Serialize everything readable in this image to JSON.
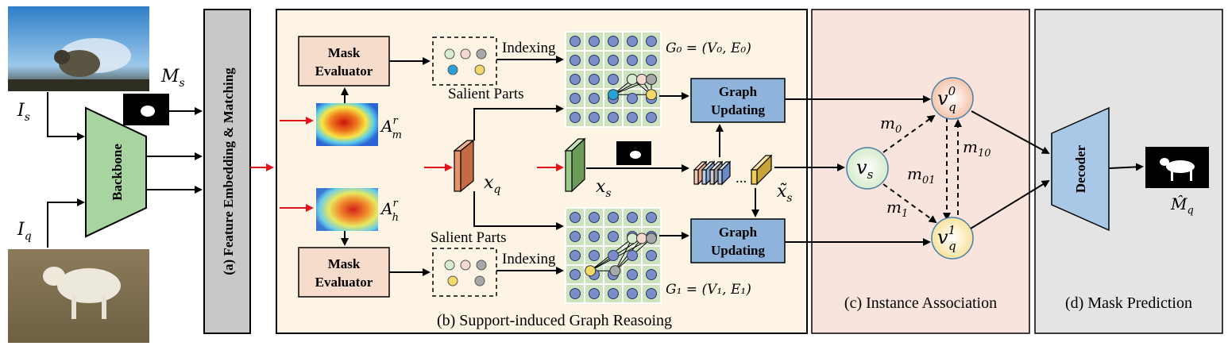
{
  "panels": {
    "a_label": "(a) Feature Embedding & Matching",
    "b_caption": "(b) Support-induced Graph Reasoing",
    "c_caption": "(c) Instance Association",
    "d_caption": "(d) Mask Prediction"
  },
  "inputs": {
    "support_image_label": "I",
    "support_image_sub": "s",
    "query_image_label": "I",
    "query_image_sub": "q",
    "support_mask_label": "M",
    "support_mask_sub": "s"
  },
  "modules": {
    "backbone": "Backbone",
    "mask_evaluator_line1": "Mask",
    "mask_evaluator_line2": "Evaluator",
    "graph_updating_line1": "Graph",
    "graph_updating_line2": "Updating",
    "decoder": "Decoder"
  },
  "texts": {
    "salient_parts": "Salient Parts",
    "indexing": "Indexing",
    "ellipsis": "...",
    "g0": "G₀ = (V₀, E₀)",
    "g1": "G₁ = (V₁, E₁)",
    "a_m": "A",
    "a_m_sup": "r",
    "a_m_sub": "m",
    "a_h": "A",
    "a_h_sup": "r",
    "a_h_sub": "h",
    "x_q": "x",
    "x_q_sub": "q",
    "x_s": "x",
    "x_s_sub": "s",
    "x_tilde_s": "x̃",
    "x_tilde_s_sub": "s",
    "v_s": "v",
    "v_s_sub": "s",
    "v_q0": "v",
    "v_q0_sub": "q",
    "v_q0_sup": "0",
    "v_q1": "v",
    "v_q1_sub": "q",
    "v_q1_sup": "1",
    "m0": "m",
    "m0_sub": "0",
    "m1": "m",
    "m1_sub": "1",
    "m01": "m",
    "m01_sub": "01",
    "m10": "m",
    "m10_sub": "10",
    "mhat": "M̂",
    "mhat_sub": "q"
  },
  "colors": {
    "panel_b_bg": "#fdf4e6",
    "panel_c_bg": "#f8e4dc",
    "panel_d_bg": "#e4e4e4",
    "panel_a_bg": "#c8c8c8",
    "backbone": "#a8d4a0",
    "mask_evaluator": "#f6dccb",
    "graph_updating": "#8fb4dc",
    "decoder": "#a9c7e6",
    "grid": "#cde3bd",
    "node": "#7c8cc8",
    "red_arrow": "#e0141a",
    "xq_feature": "#e8936a",
    "xs_feature": "#9cc98a"
  }
}
